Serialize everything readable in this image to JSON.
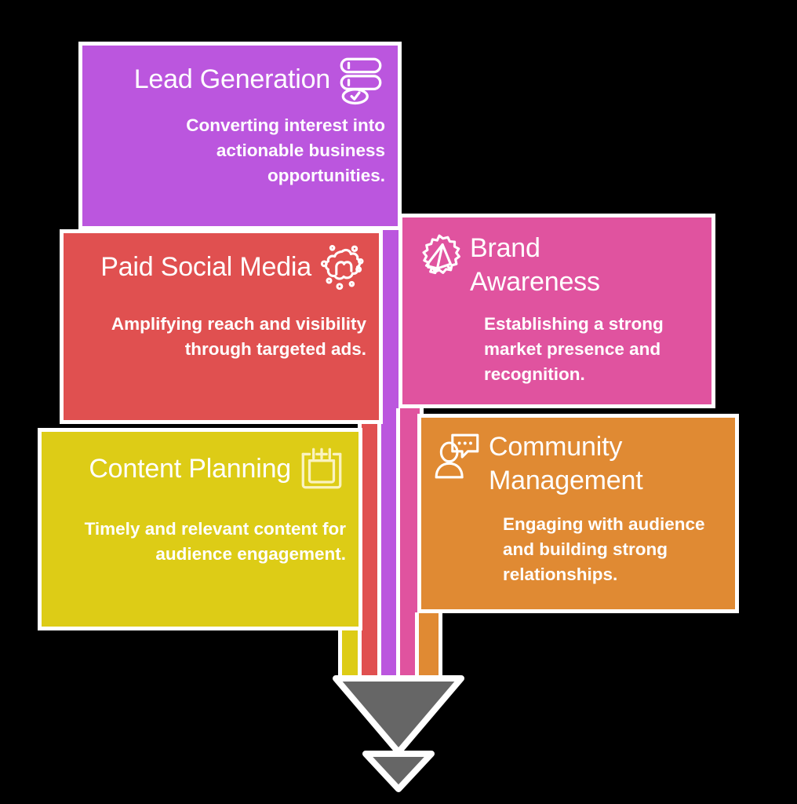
{
  "diagram": {
    "type": "funnel-infographic",
    "background_color": "#000000",
    "border_color": "#ffffff",
    "funnel_color": "#666666",
    "stem_order": [
      "Content Planning",
      "Paid Social Media",
      "Lead Generation",
      "Brand Awareness",
      "Community Management"
    ]
  },
  "cards": [
    {
      "id": "lead-generation",
      "title": "Lead Generation",
      "description": "Converting interest into actionable business opportunities.",
      "color": "#bb56de",
      "icon": "server-check-icon",
      "icon_side": "right",
      "text_align": "right"
    },
    {
      "id": "paid-social-media",
      "title": "Paid Social Media",
      "description": "Amplifying reach and visibility through targeted ads.",
      "color": "#e05050",
      "icon": "mastodon-social-icon",
      "icon_side": "right",
      "text_align": "right"
    },
    {
      "id": "brand-awareness",
      "title": "Brand Awareness",
      "description": "Establishing a strong market presence and recognition.",
      "color": "#e0539f",
      "icon": "megaphone-badge-icon",
      "icon_side": "left",
      "text_align": "left"
    },
    {
      "id": "content-planning",
      "title": "Content Planning",
      "description": "Timely and relevant content for audience engagement.",
      "color": "#ddcc16",
      "icon": "calendar-icon",
      "icon_side": "right",
      "text_align": "right"
    },
    {
      "id": "community-management",
      "title": "Community Management",
      "description": "Engaging with audience and building strong relationships.",
      "color": "#e08a33",
      "icon": "person-chat-icon",
      "icon_side": "left",
      "text_align": "left"
    }
  ]
}
